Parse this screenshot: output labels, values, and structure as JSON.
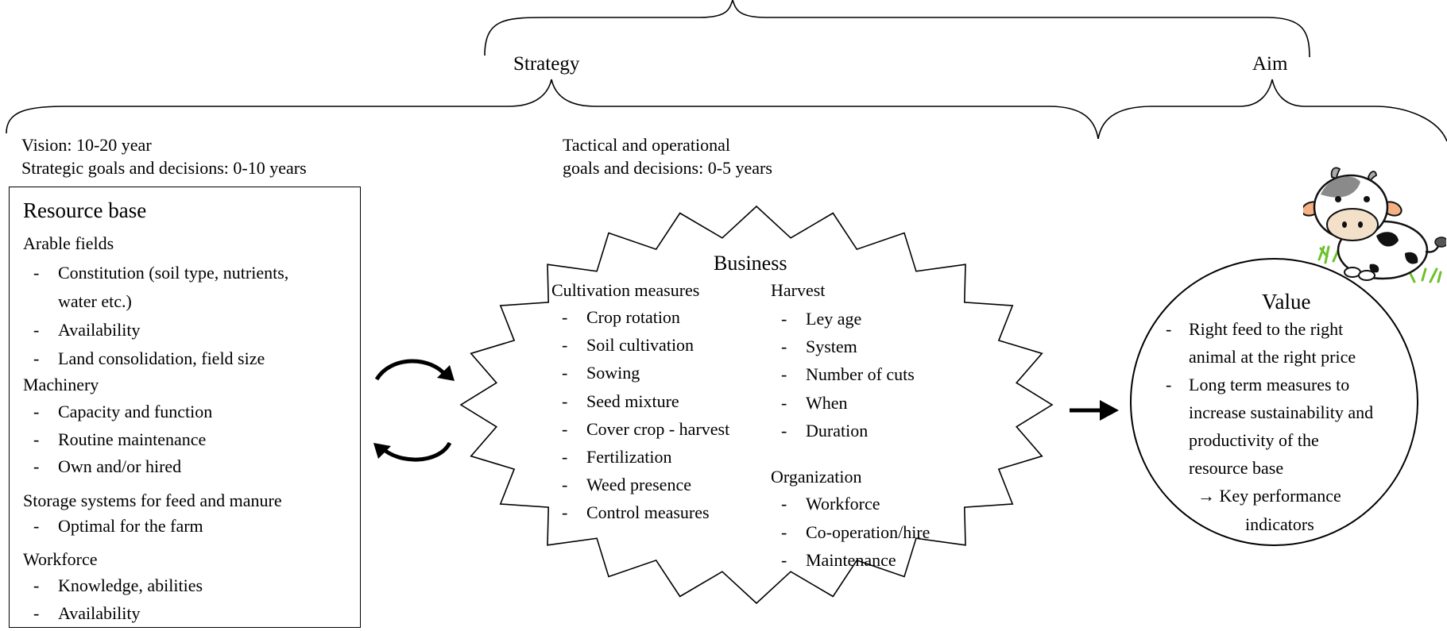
{
  "braces": {
    "strategy_label": "Strategy",
    "aim_label": "Aim"
  },
  "strategic_header": {
    "line1": "Vision:  10-20 year",
    "line2": "Strategic goals and decisions: 0-10 years"
  },
  "tactical_header": {
    "line1": "Tactical and operational",
    "line2": "goals and decisions: 0-5 years"
  },
  "resource_base": {
    "title": "Resource  base",
    "sections": [
      {
        "heading": "Arable fields",
        "items": [
          "Constitution (soil type, nutrients,",
          "Availability",
          "Land consolidation, field size"
        ],
        "continuation": "water etc.)"
      },
      {
        "heading": "Machinery",
        "items": [
          "Capacity and function",
          "Routine maintenance",
          "Own and/or hired"
        ]
      },
      {
        "heading": "Storage systems for feed and manure",
        "items": [
          "Optimal for the farm"
        ]
      },
      {
        "heading": "Workforce",
        "items": [
          "Knowledge, abilities",
          "Availability"
        ]
      }
    ]
  },
  "business": {
    "title": "Business",
    "cultivation": {
      "heading": "Cultivation measures",
      "items": [
        "Crop rotation",
        "Soil cultivation",
        "Sowing",
        "Seed mixture",
        "Cover crop - harvest",
        "Fertilization",
        "Weed presence",
        "Control measures"
      ]
    },
    "harvest": {
      "heading": "Harvest",
      "items": [
        "Ley age",
        "System",
        "Number of cuts",
        "When",
        "Duration"
      ]
    },
    "organization": {
      "heading": "Organization",
      "items": [
        "Workforce",
        "Co-operation/hire",
        "Maintenance"
      ]
    }
  },
  "value": {
    "title": "Value",
    "item1_line1": "Right feed to the right",
    "item1_line2": "animal  at the right price",
    "item2_line1": "Long term measures to",
    "item2_line2": "increase sustainability and",
    "item2_line3": "productivity of  the",
    "item2_line4": "resource base",
    "kpi_line1": "→ Key performance",
    "kpi_line2": "indicators"
  },
  "bullet_char": "-",
  "icons": {
    "cycle": "circular-arrows-icon",
    "flow": "right-arrow-icon",
    "mascot": "cow-icon"
  }
}
